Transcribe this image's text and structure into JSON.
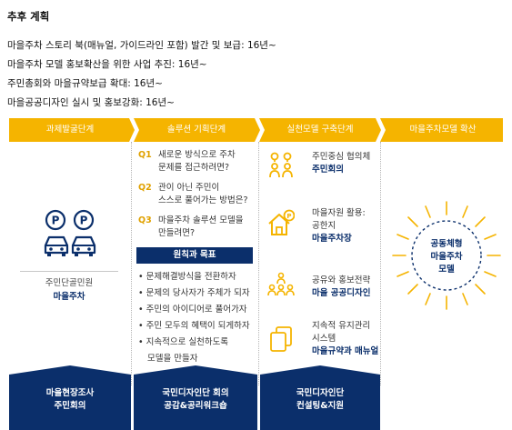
{
  "heading": "추후 계획",
  "plan_items": [
    "마을주차 스토리 북(매뉴얼, 가이드라인 포함) 발간 및 보급: 16년~",
    "마을주차 모델 홍보확산을 위한 사업 추진: 16년~",
    "주민총회와 마을규약보급 확대: 16년~",
    "마을공공디자인 실시 및 홍보강화: 16년~"
  ],
  "stages": [
    "과제발굴단계",
    "솔루션 기획단계",
    "실천모델 구축단계",
    "마을주차모델 확산"
  ],
  "col1": {
    "line1": "주민단골민원",
    "line2": "마을주차",
    "icons": [
      "parking-sign-icon",
      "car-icon"
    ]
  },
  "col2": {
    "questions": [
      {
        "label": "Q1",
        "line1": "새로운 방식으로 주차",
        "line2": "문제를 접근하려면?"
      },
      {
        "label": "Q2",
        "line1": "관이 아닌 주민이",
        "line2": "스스로 풀어가는 방법은?"
      },
      {
        "label": "Q3",
        "line1": "마을주차 솔루션 모델을",
        "line2": "만들려면?"
      }
    ],
    "principle_title": "원칙과 목표",
    "bullets": [
      "• 문제해결방식을 전환하자",
      "• 문제의 당사자가 주체가 되자",
      "• 주민의 아이디어로 풀어가자",
      "• 주민 모두의 혜택이 되게하자",
      "• 지속적으로 실천하도록",
      "  모델을 만들자"
    ]
  },
  "col3": {
    "items": [
      {
        "icon": "people-idea-icon",
        "line1": "주민중심 협의체",
        "line2": "주민회의",
        "line3": ""
      },
      {
        "icon": "house-parking-icon",
        "line1": "마을자원 활용:",
        "line2": "공한지",
        "line3": "마을주차장"
      },
      {
        "icon": "community-icon",
        "line1": "공유와 홍보전략",
        "line2": "마을 공공디자인",
        "line3": ""
      },
      {
        "icon": "document-icon",
        "line1": "지속적 유지관리",
        "line2": "시스템",
        "line3": "마을규약과 매뉴얼"
      }
    ]
  },
  "col4": {
    "line1": "공동체형",
    "line2": "마을주차",
    "line3": "모델"
  },
  "bottom": [
    {
      "line1": "마을현장조사",
      "line2": "주민회의"
    },
    {
      "line1": "국민디자인단 회의",
      "line2": "공감&공리워크숍"
    },
    {
      "line1": "국민디자인단",
      "line2": "컨설팅&지원"
    }
  ],
  "colors": {
    "accent": "#f5b400",
    "navy": "#0b2f6b",
    "text": "#333333"
  }
}
